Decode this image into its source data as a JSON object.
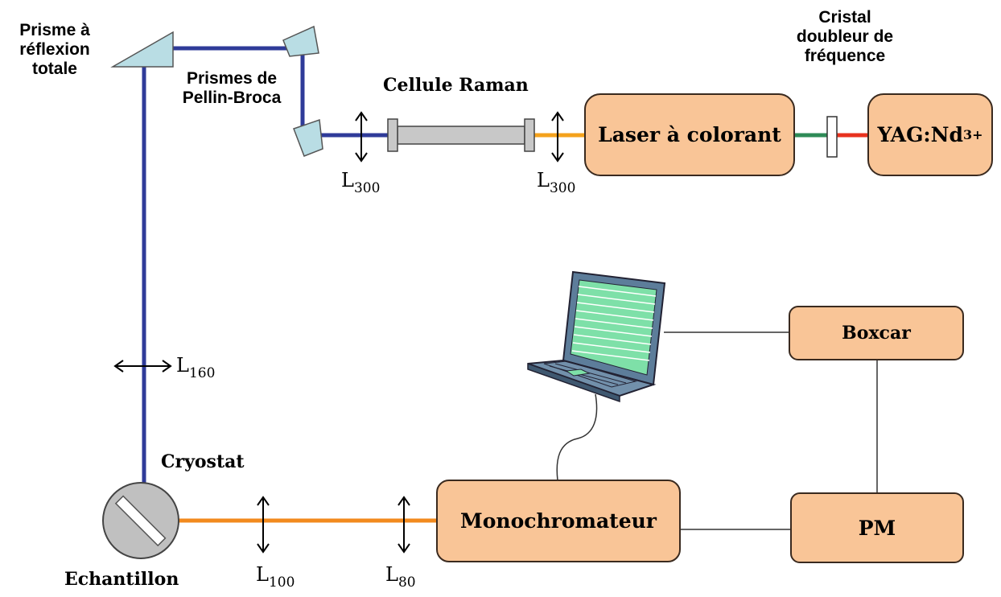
{
  "labels": {
    "prisme_reflexion": [
      "Prisme à",
      "réflexion",
      "totale"
    ],
    "prismes_pellin": [
      "Prismes de",
      "Pellin-Broca"
    ],
    "cellule_raman": "Cellule Raman",
    "cristal": [
      "Cristal",
      "doubleur de",
      "fréquence"
    ],
    "cryostat": "Cryostat",
    "echantillon": "Echantillon"
  },
  "boxes": {
    "laser": "Laser à colorant",
    "yag_main": "YAG:Nd",
    "yag_sup": "3+",
    "monochromateur": "Monochromateur",
    "boxcar": "Boxcar",
    "pm": "PM"
  },
  "lenses": {
    "l300a": {
      "name": "L",
      "sub": "300"
    },
    "l300b": {
      "name": "L",
      "sub": "300"
    },
    "l160": {
      "name": "L",
      "sub": "160"
    },
    "l100": {
      "name": "L",
      "sub": "100"
    },
    "l80": {
      "name": "L",
      "sub": "80"
    }
  },
  "colors": {
    "beam_uv": "#2f3b99",
    "beam_orange": "#f28a1e",
    "beam_yellow": "#f4a21c",
    "beam_green": "#2e8b57",
    "beam_red": "#e8321e",
    "box_fill": "#f9c597",
    "prism_fill": "#b9dde4",
    "screen_green": "#7ee0a8"
  }
}
